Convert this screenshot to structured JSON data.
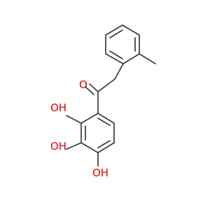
{
  "molecule": {
    "labels": {
      "carbonyl_oxygen": "O",
      "hydroxyl_1": "OH",
      "hydroxyl_2": "OH",
      "hydroxyl_3": "OH"
    },
    "colors": {
      "bond": "#3a3a3a",
      "heteroatom": "#e00000",
      "background": "#ffffff"
    }
  }
}
